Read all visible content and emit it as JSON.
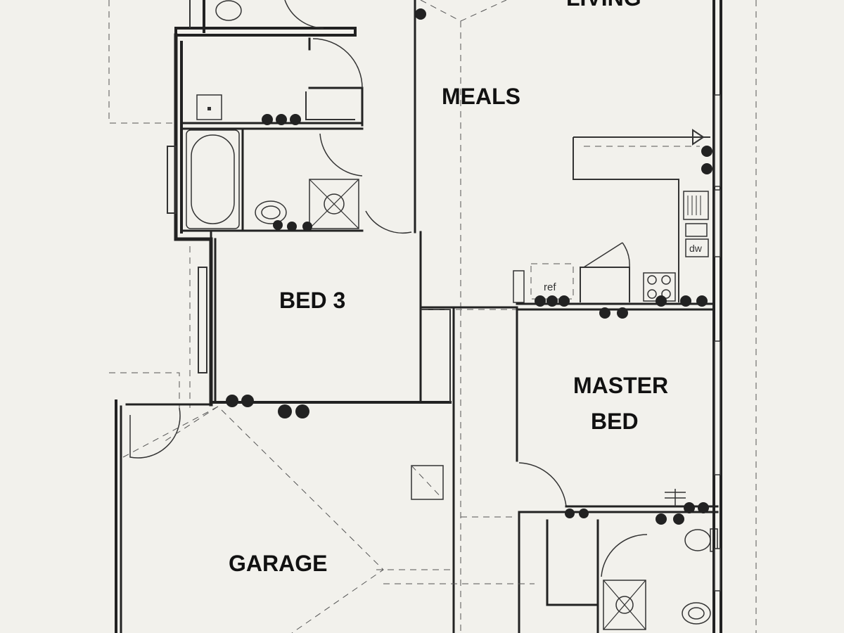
{
  "rooms": {
    "living": "LIVING",
    "meals": "MEALS",
    "bed3": "BED 3",
    "master_line1": "MASTER",
    "master_line2": "BED",
    "garage": "GARAGE"
  },
  "appliances": {
    "fridge": "ref",
    "dishwasher": "dw"
  }
}
